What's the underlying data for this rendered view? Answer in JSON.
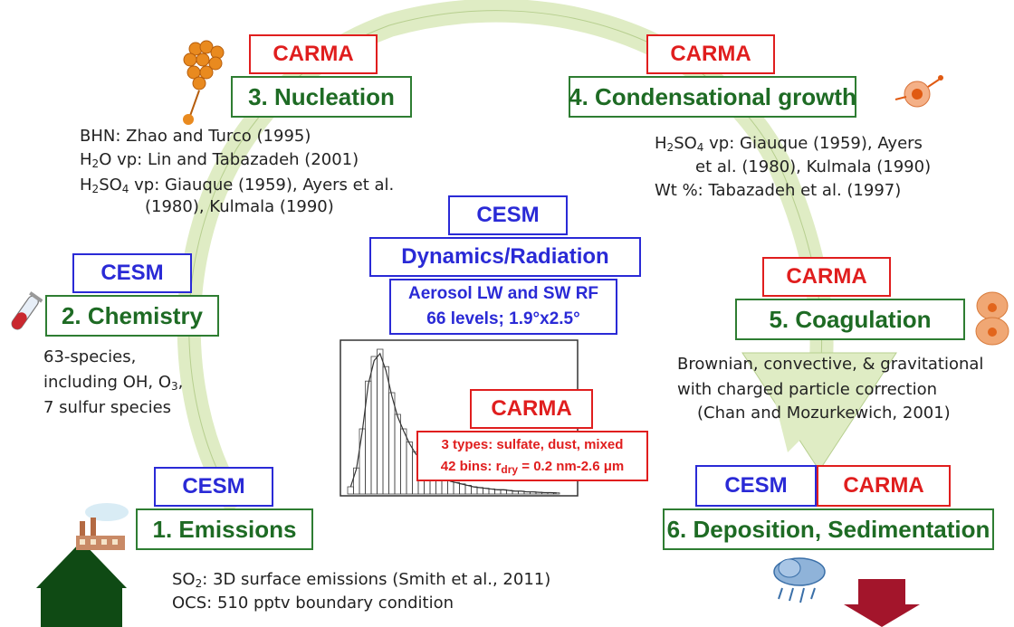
{
  "center": {
    "cesm_label": "CESM",
    "dynamics_title": "Dynamics/Radiation",
    "dynamics_line1": "Aerosol LW and SW RF",
    "dynamics_line2": "66 levels; 1.9°x2.5°",
    "carma_label": "CARMA",
    "carma_line1": "3 types: sulfate, dust, mixed",
    "carma_line2_pre": "42 bins: r",
    "carma_line2_sub": "dry",
    "carma_line2_post": " = 0.2 nm-2.6 μm"
  },
  "steps": {
    "nucleation": {
      "tag": "CARMA",
      "title": "3. Nucleation",
      "line1": "BHN: Zhao and Turco (1995)",
      "line2_pre": "H",
      "line2_sub": "2",
      "line2_post": "O vp: Lin and Tabazadeh (2001)",
      "line3_pre": "H",
      "line3_sub1": "2",
      "line3_mid": "SO",
      "line3_sub2": "4",
      "line3_post": " vp: Giauque (1959), Ayers et al.",
      "line4": "(1980), Kulmala (1990)"
    },
    "condensation": {
      "tag": "CARMA",
      "title": "4. Condensational growth",
      "line1_pre": "H",
      "line1_sub1": "2",
      "line1_mid": "SO",
      "line1_sub2": "4",
      "line1_post": " vp: Giauque (1959), Ayers",
      "line2": "et al. (1980), Kulmala (1990)",
      "line3": "Wt %: Tabazadeh et al. (1997)"
    },
    "chemistry": {
      "tag": "CESM",
      "title": "2. Chemistry",
      "line1": "63-species,",
      "line2_pre": "including OH, O",
      "line2_sub": "3",
      "line2_post": ",",
      "line3": "7 sulfur species"
    },
    "coagulation": {
      "tag": "CARMA",
      "title": "5. Coagulation",
      "line1": "Brownian, convective, & gravitational",
      "line2": "with charged particle correction",
      "line3": "(Chan and Mozurkewich, 2001)"
    },
    "emissions": {
      "tag": "CESM",
      "title": "1. Emissions",
      "line1_pre": "SO",
      "line1_sub": "2",
      "line1_post": ": 3D surface emissions (Smith et al., 2011)",
      "line2": "OCS: 510 pptv boundary condition"
    },
    "deposition": {
      "tag1": "CESM",
      "tag2": "CARMA",
      "title": "6. Deposition, Sedimentation"
    }
  },
  "histogram": {
    "bars": [
      0.05,
      0.18,
      0.45,
      0.78,
      0.95,
      1.0,
      0.88,
      0.7,
      0.55,
      0.45,
      0.36,
      0.29,
      0.24,
      0.19,
      0.16,
      0.13,
      0.11,
      0.09,
      0.08,
      0.07,
      0.06,
      0.05,
      0.045,
      0.04,
      0.035,
      0.03,
      0.03,
      0.025,
      0.02,
      0.02,
      0.015,
      0.015,
      0.012,
      0.01,
      0.01,
      0.008
    ]
  },
  "colors": {
    "carma": "#e01e1e",
    "cesm": "#2a2ad6",
    "step_green": "#2e7d32",
    "cycle_arrow": "#dfecc4",
    "up_arrow": "#0f4a14",
    "down_arrow": "#a3152b"
  }
}
